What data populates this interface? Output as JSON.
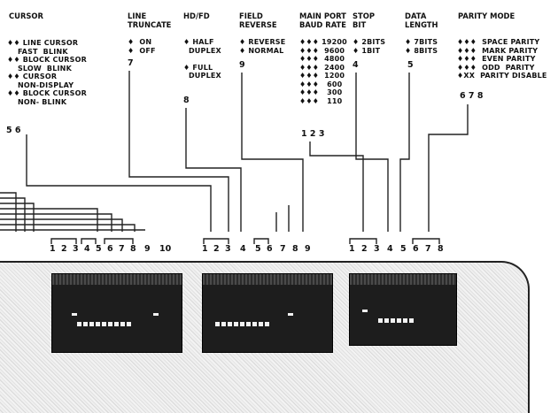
{
  "cursor": {
    "title": "CURSOR",
    "options": "♦♦ LINE CURSOR\n    FAST  BLINK\n♦♦ BLOCK CURSOR\n    SLOW  BLINK\n♦♦ CURSOR\n    NON-DISPLAY\n♦♦ BLOCK CURSOR\n    NON- BLINK",
    "switches": "5 6"
  },
  "line_truncate": {
    "title": "LINE\nTRUNCATE",
    "options": "♦  ON\n♦  OFF",
    "switch": "7"
  },
  "hd_fd": {
    "title": "HD/FD",
    "options": "♦ HALF\n  DUPLEX\n\n♦ FULL\n  DUPLEX",
    "switch": "8"
  },
  "field_reverse": {
    "title": "FIELD\nREVERSE",
    "options": "♦ REVERSE\n♦ NORMAL",
    "switch": "9"
  },
  "baud_rate": {
    "title": "MAIN PORT\nBAUD RATE",
    "options": "♦♦♦ 19200\n♦♦♦  9600\n♦♦♦  4800\n♦♦♦  2400\n♦♦♦  1200\n♦♦♦   600\n♦♦♦   300\n♦♦♦   110",
    "switches": "1 2 3"
  },
  "stop_bit": {
    "title": "STOP\nBIT",
    "options": "♦ 2BITS\n♦ 1BIT",
    "switch": "4"
  },
  "data_length": {
    "title": "DATA\nLENGTH",
    "options": "♦ 7BITS\n♦ 8BITS",
    "switch": "5"
  },
  "parity_mode": {
    "title": "PARITY MODE",
    "options": "♦♦♦  SPACE PARITY\n♦♦♦  MARK PARITY\n♦♦♦  EVEN PARITY\n♦♦♦  ODD  PARITY\n♦XX  PARITY DISABLE",
    "switches": "6 7 8"
  },
  "bank1_numbers": [
    "1",
    "2",
    "3",
    "4",
    "5",
    "6",
    "7",
    "8",
    "9",
    "10"
  ],
  "bank2_numbers": [
    "1",
    "2",
    "3",
    "4",
    "5",
    "6",
    "7",
    "8",
    "9"
  ],
  "bank3_numbers": [
    "1",
    "2",
    "3",
    "4",
    "5",
    "6",
    "7",
    "8"
  ]
}
